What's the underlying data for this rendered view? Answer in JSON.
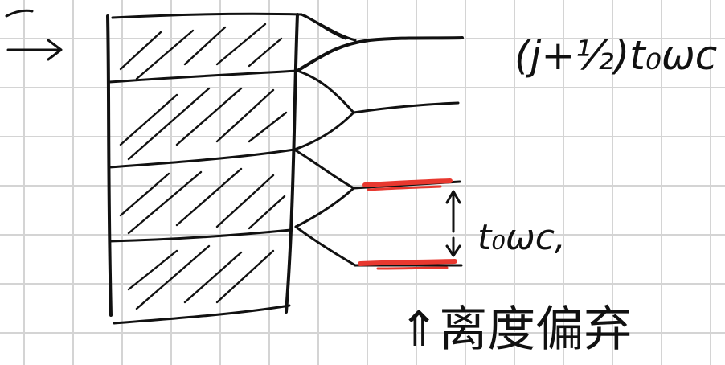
{
  "colors": {
    "background": "#ffffff",
    "grid": "#d4d4d4",
    "ink": "#111111",
    "highlight": "#e8382f"
  },
  "labels": {
    "top_right_formula": "(j+½)t₀ωc",
    "middle_right_label": "t₀ωc,",
    "bottom_label": "⇑离度偏弃"
  },
  "icons": {
    "left_arrow": "right-arrow-icon",
    "double_arrow": "vertical-double-arrow-icon"
  }
}
